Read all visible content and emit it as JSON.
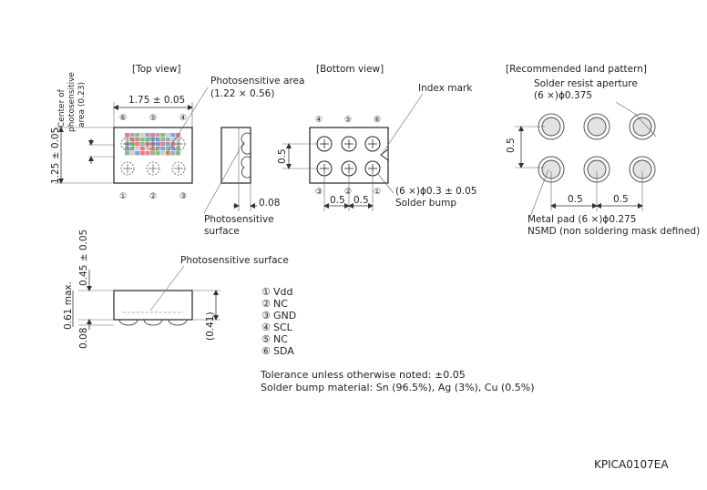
{
  "views": {
    "top": "[Top view]",
    "bottom": "[Bottom view]",
    "land": "[Recommended land pattern]"
  },
  "top_view": {
    "photosensitive_area_title": "Photosensitive area",
    "photosensitive_area_size": "(1.22 × 0.56)",
    "center_label_lines": [
      "Center of",
      "photosensitive",
      "area (0.23)"
    ],
    "width_dim": "1.75 ± 0.05",
    "height_dim": "1.25 ± 0.05",
    "top_pins": [
      "⑥",
      "⑤",
      "④"
    ],
    "bottom_pins": [
      "①",
      "②",
      "③"
    ]
  },
  "side_view": {
    "photosensitive_surface_lines": [
      "Photosensitive",
      "surface"
    ],
    "dim": "0.08"
  },
  "bottom_view": {
    "index_mark": "Index mark",
    "top_pins": [
      "④",
      "⑤",
      "⑥"
    ],
    "bottom_pins": [
      "③",
      "②",
      "①"
    ],
    "pitch_v": "0.5",
    "pitch_h1": "0.5",
    "pitch_h2": "0.5",
    "bump_dim": "(6 ×)ϕ0.3 ± 0.05",
    "solder_bump": "Solder bump"
  },
  "land_pattern": {
    "solder_resist_title": "Solder resist aperture",
    "solder_resist_dim": "(6 ×)ϕ0.375",
    "pitch_v": "0.5",
    "pitch_h1": "0.5",
    "pitch_h2": "0.5",
    "metal_pad": "Metal pad (6 ×)ϕ0.275",
    "nsmd": "NSMD (non soldering mask defined)"
  },
  "front_view": {
    "photosensitive_surface": "Photosensitive surface",
    "dim_045": "0.45 ± 0.05",
    "dim_061": "0.61 max.",
    "dim_008": "0.08",
    "dim_041": "(0.41)"
  },
  "pin_legend": [
    {
      "num": "①",
      "name": "Vdd"
    },
    {
      "num": "②",
      "name": "NC"
    },
    {
      "num": "③",
      "name": "GND"
    },
    {
      "num": "④",
      "name": "SCL"
    },
    {
      "num": "⑤",
      "name": "NC"
    },
    {
      "num": "⑥",
      "name": "SDA"
    }
  ],
  "notes": {
    "tolerance": "Tolerance unless otherwise noted: ±0.05",
    "material": "Solder bump material: Sn (96.5%), Ag (3%), Cu (0.5%)"
  },
  "drawing_code": "KPICA0107EA",
  "colors": {
    "line": "#333333",
    "pad_fill": "#e2e2e2",
    "pixel_colors": [
      "#e06b6b",
      "#6bb56b",
      "#6b8fe0",
      "#9a9a9a",
      "#c7c7c7"
    ]
  }
}
